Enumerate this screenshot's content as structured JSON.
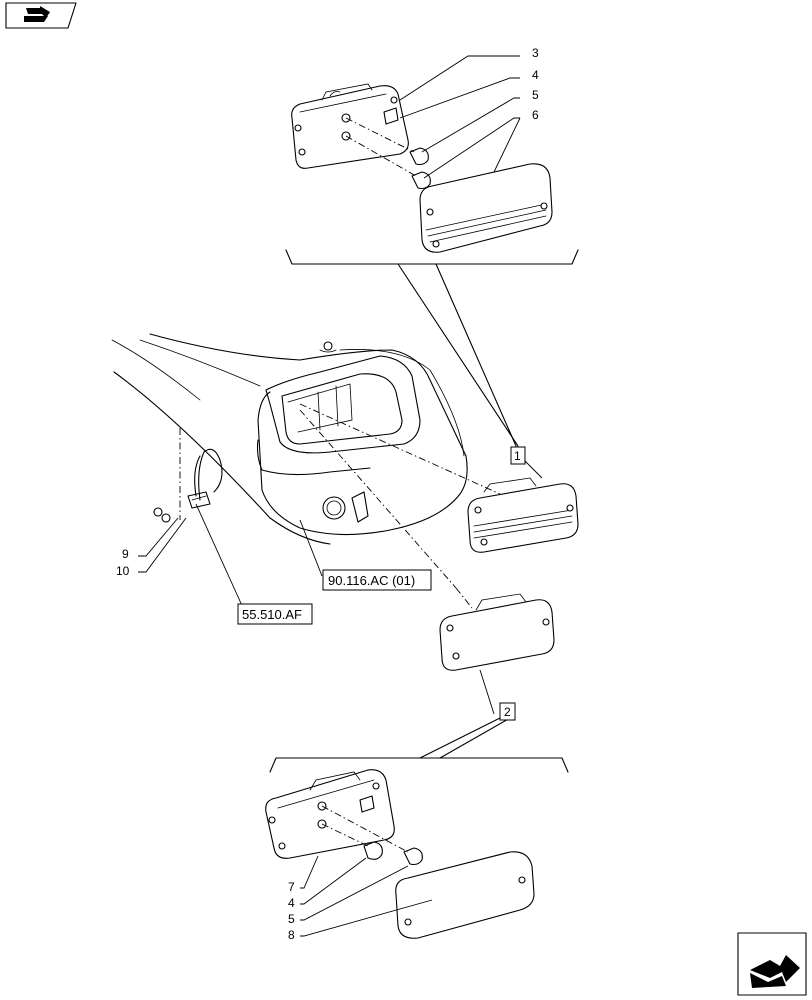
{
  "diagram": {
    "callouts": {
      "c3": "3",
      "c4_top": "4",
      "c5_top": "5",
      "c6": "6",
      "c1": "1",
      "c2": "2",
      "c9": "9",
      "c10": "10",
      "c7": "7",
      "c4_bottom": "4",
      "c5_bottom": "5",
      "c8": "8"
    },
    "references": {
      "ref_body": "90.116.AC (01)",
      "ref_harness": "55.510.AF"
    }
  },
  "nav": {
    "prev_icon": "back-arrow-icon",
    "next_icon": "forward-arrow-icon"
  }
}
